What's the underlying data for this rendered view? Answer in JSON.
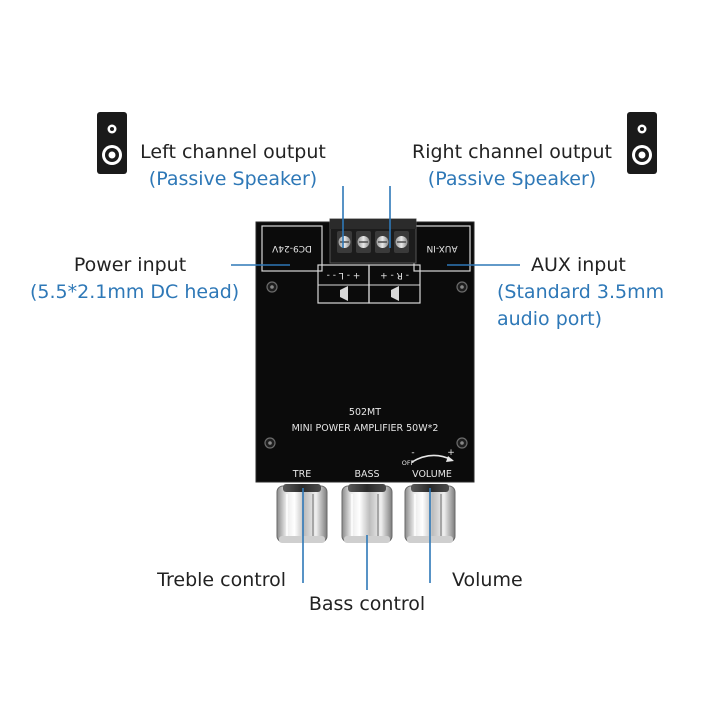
{
  "colors": {
    "accent": "#2e78b7",
    "text": "#222222",
    "board": "#0b0b0b",
    "board_text": "#e6e6e6"
  },
  "callouts": {
    "left_output": {
      "title": "Left channel output",
      "detail": "(Passive Speaker)",
      "icon": "speaker-icon"
    },
    "right_output": {
      "title": "Right channel output",
      "detail": "(Passive Speaker)",
      "icon": "speaker-icon"
    },
    "power": {
      "title": "Power input",
      "detail": "(5.5*2.1mm DC head)"
    },
    "aux": {
      "title": "AUX input",
      "detail_line1": "(Standard 3.5mm",
      "detail_line2": "audio port)"
    },
    "treble": {
      "title": "Treble control"
    },
    "bass": {
      "title": "Bass control"
    },
    "volume": {
      "title": "Volume"
    }
  },
  "board": {
    "model": "502MT",
    "subtitle": "MINI POWER  AMPLIFIER 50W*2",
    "power_label": "DC9-24V",
    "aux_label": "AUX-IN",
    "left_terminal": "+ - L - -",
    "right_terminal": "- R - +",
    "knob_labels": {
      "treble": "TRE",
      "bass": "BASS",
      "volume": "VOLUME",
      "off": "OFF",
      "minus": "-",
      "plus": "+"
    }
  }
}
